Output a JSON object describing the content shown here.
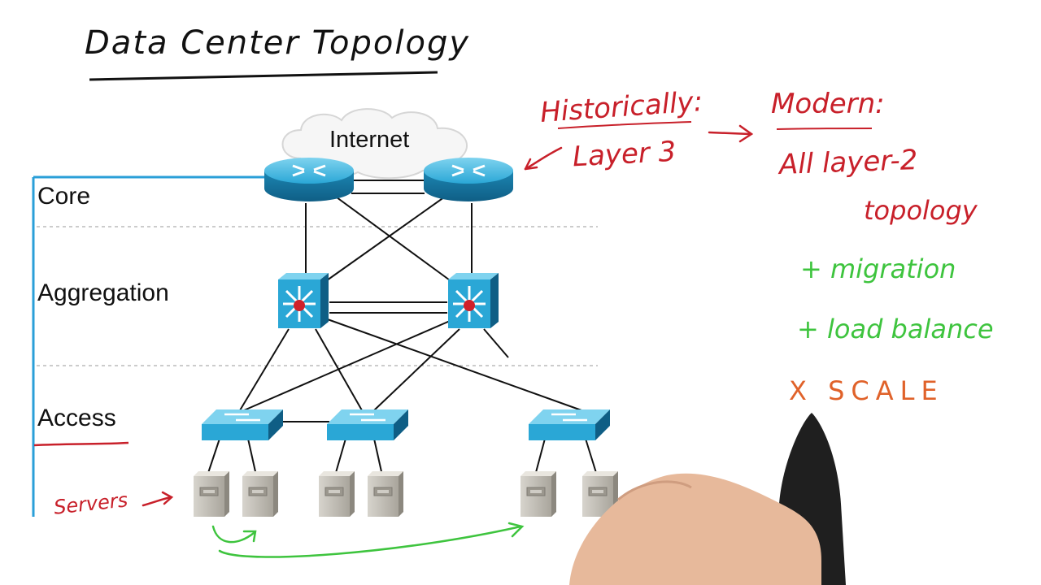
{
  "title": "Data Center Topology",
  "layers": {
    "core": "Core",
    "aggregation": "Aggregation",
    "access": "Access"
  },
  "cloud_label": "Internet",
  "servers_label": "Servers",
  "notes": {
    "historically": "Historically:",
    "layer3": "Layer 3",
    "modern": "Modern:",
    "all_layer2": "All layer-2",
    "topology": "topology",
    "plus_migration": "+ migration",
    "plus_load_balance": "+ load balance",
    "x_scale": "X SCALE"
  },
  "colors": {
    "note_red": "#c8202a",
    "note_green": "#3ec43e",
    "note_orange": "#e0622a",
    "device_blue": "#2aa7d6",
    "bracket_blue": "#2a9fd8"
  },
  "icons": [
    "cloud-icon",
    "router-icon",
    "multilayer-switch-icon",
    "switch-icon",
    "server-icon",
    "arrow-icon",
    "hand-with-marker"
  ]
}
